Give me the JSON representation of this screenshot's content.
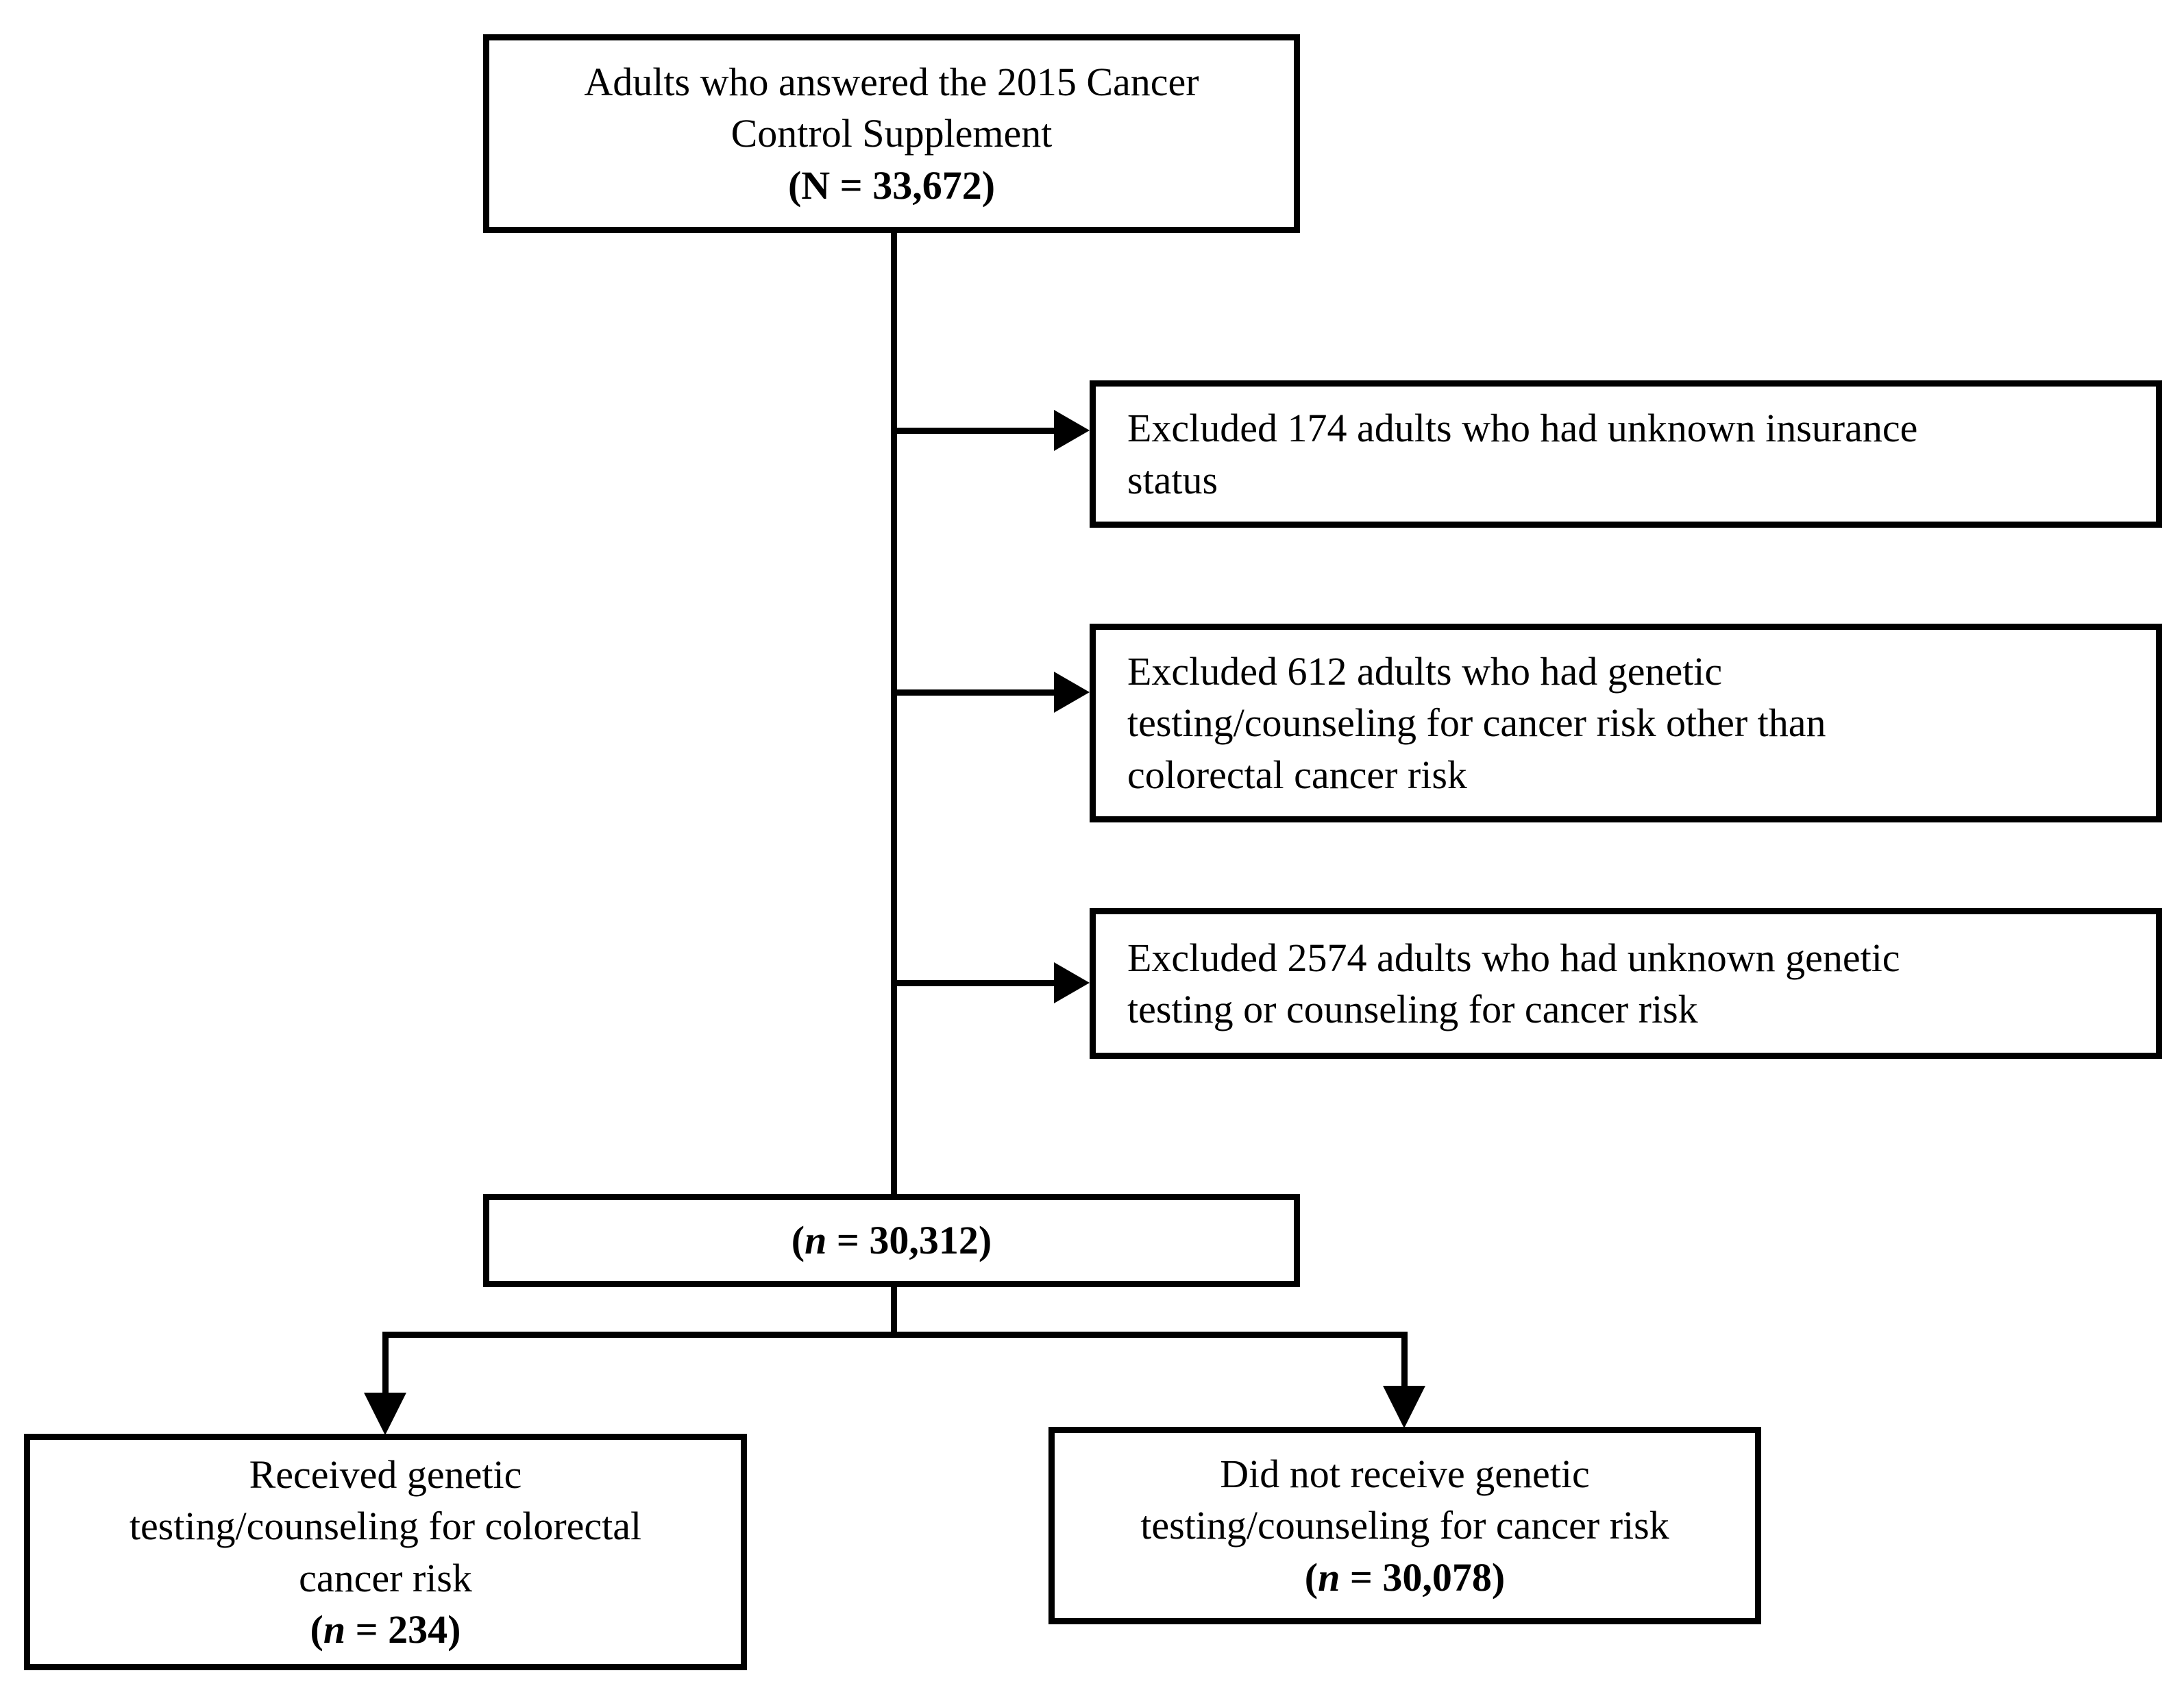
{
  "diagram": {
    "type": "study-flow-diagram",
    "nodes": {
      "source": {
        "line1": "Adults who answered the 2015 Cancer",
        "line2": "Control Supplement",
        "stat_prefix": "(N",
        "stat_eq": " = ",
        "stat_value": "33,672)"
      },
      "excluded_insurance": {
        "line1": "Excluded 174 adults who had unknown insurance",
        "line2": "status"
      },
      "excluded_other_cancer": {
        "line1": "Excluded 612 adults who had genetic",
        "line2": "testing/counseling for cancer risk other than",
        "line3": "colorectal cancer risk"
      },
      "excluded_unknown_testing": {
        "line1": "Excluded 2574 adults who had unknown genetic",
        "line2": "testing or counseling for cancer risk"
      },
      "analytic_sample": {
        "stat_open": "(",
        "stat_n": "n",
        "stat_eq": " = ",
        "stat_value": "30,312)"
      },
      "received": {
        "line1": "Received genetic",
        "line2": "testing/counseling for colorectal",
        "line3": "cancer risk",
        "stat_open": "(",
        "stat_n": "n",
        "stat_eq": " = ",
        "stat_value": "234)"
      },
      "not_received": {
        "line1": "Did not receive genetic",
        "line2": "testing/counseling for cancer risk",
        "stat_open": "(",
        "stat_n": "n",
        "stat_eq": " = ",
        "stat_value": "30,078)"
      }
    },
    "counts": {
      "total_answered": 33672,
      "excluded_unknown_insurance": 174,
      "excluded_other_cancer_risk": 612,
      "excluded_unknown_genetic_testing": 2574,
      "analytic_sample": 30312,
      "received_crc_genetic_services": 234,
      "did_not_receive": 30078
    },
    "colors": {
      "stroke": "#000000",
      "fill": "#ffffff",
      "text": "#000000"
    }
  }
}
